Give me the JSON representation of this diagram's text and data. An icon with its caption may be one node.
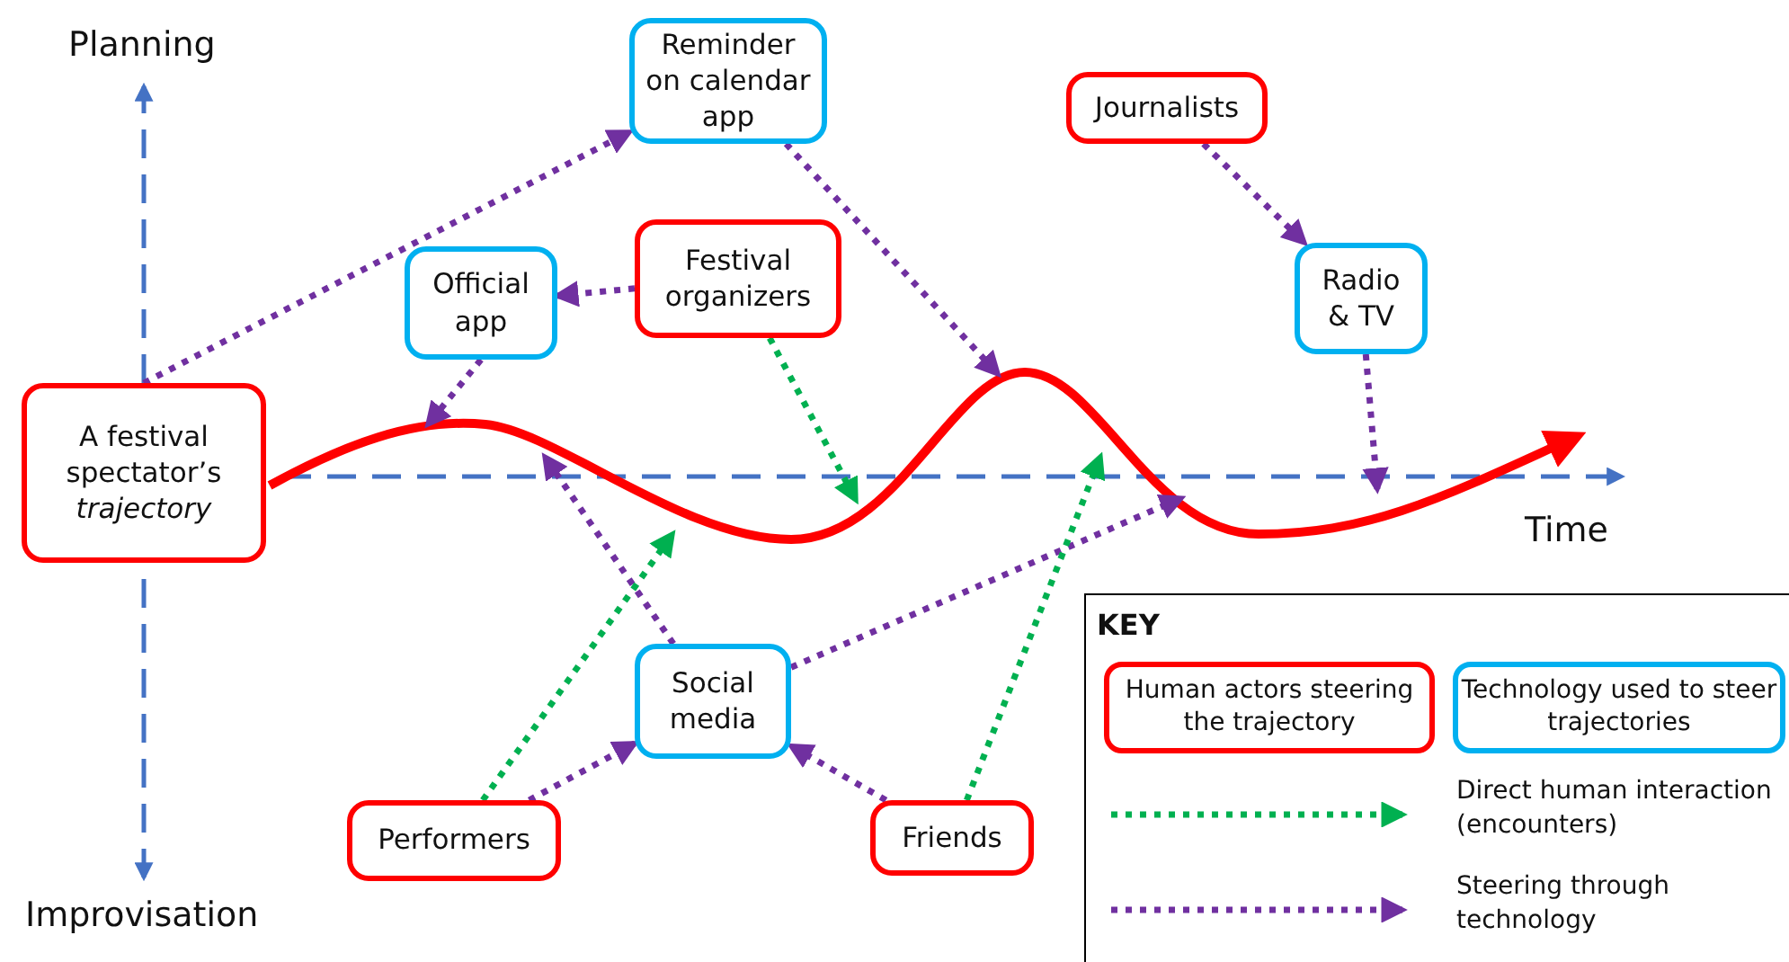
{
  "diagram": {
    "nodes": [
      {
        "text": [
          "Reminder on calendar app"
        ]
      },
      {
        "text": [
          "Journalists"
        ]
      },
      {
        "text": [
          "Official app"
        ]
      },
      {
        "text": [
          "Festival organizers"
        ]
      },
      {
        "text": [
          "Radio & TV"
        ]
      },
      {
        "text": [
          "A festival spectator’s *trajectory*"
        ]
      },
      {
        "text": [
          "Social media"
        ]
      },
      {
        "text": [
          "Performers"
        ]
      },
      {
        "text": [
          "Friends"
        ]
      },
      {
        "text": [],
        "shape": "curve"
      }
    ],
    "edges": [
      {
        "from": 5,
        "to": 0,
        "arrow": "to"
      },
      {
        "from": 0,
        "to": 9,
        "arrow": "to"
      },
      {
        "from": 3,
        "to": 2,
        "arrow": "to"
      },
      {
        "from": 2,
        "to": 9,
        "arrow": "to"
      },
      {
        "from": 3,
        "to": 9,
        "arrow": "to",
        "color": "#00b050"
      },
      {
        "from": 1,
        "to": 4,
        "arrow": "to"
      },
      {
        "from": 4,
        "to": 9,
        "arrow": "to"
      },
      {
        "from": 6,
        "to": 9,
        "arrow": "to"
      },
      {
        "from": 6,
        "to": 9,
        "arrow": "to"
      },
      {
        "from": 7,
        "to": 9,
        "arrow": "to",
        "color": "#00b050"
      },
      {
        "from": 7,
        "to": 6,
        "arrow": "to"
      },
      {
        "from": 8,
        "to": 6,
        "arrow": "to"
      },
      {
        "from": 8,
        "to": 9,
        "arrow": "to",
        "color": "#00b050"
      }
    ],
    "labels": [
      "Planning",
      "Time",
      "KEY",
      "Improvisation"
    ],
    "legend": [
      {
        "text": "Human actors steering the trajectory",
        "color": "#ff0000"
      },
      {
        "text": "Technology used to steer trajectories",
        "color": "#00b0f0"
      },
      {
        "text": "Direct human interaction (encounters)",
        "color": "#00b050"
      },
      {
        "text": "Steering through technology",
        "color": "#7030a0"
      }
    ]
  }
}
